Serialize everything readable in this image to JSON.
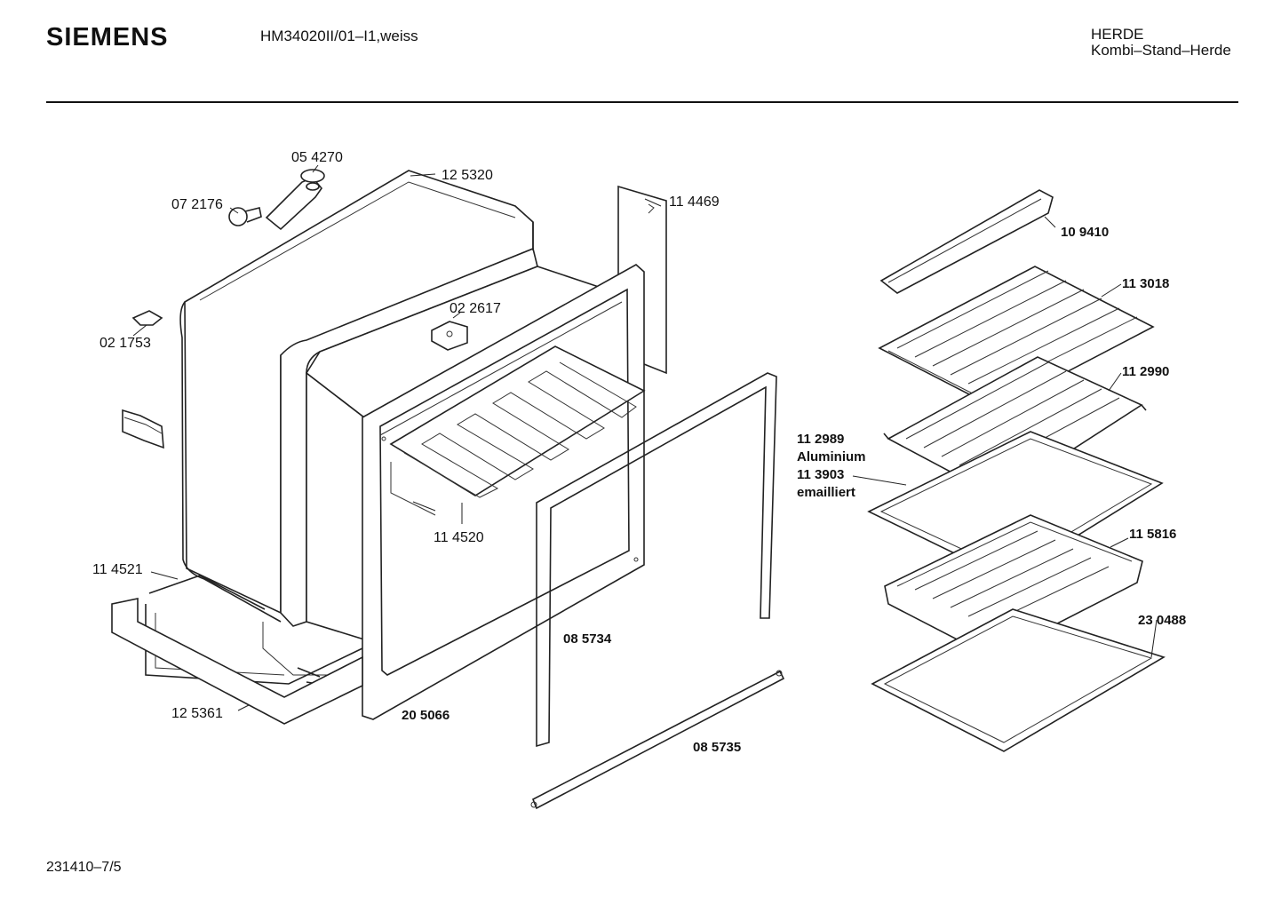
{
  "header": {
    "brand": "SIEMENS",
    "model": "HM34020II/01–I1,weiss",
    "category": "HERDE",
    "subcategory": "Kombi–Stand–Herde"
  },
  "footer": {
    "doc_number": "231410–7/5"
  },
  "parts": {
    "p054270": "05 4270",
    "p125320": "12 5320",
    "p072176": "07 2176",
    "p114469": "11 4469",
    "p109410": "10 9410",
    "p113018": "11 3018",
    "p022617": "02 2617",
    "p021753": "02 1753",
    "p112990": "11 2990",
    "p112989": "11 2989",
    "aluminium": "Aluminium",
    "p113903": "11 3903",
    "emailliert": "emailliert",
    "p114520": "11 4520",
    "p115816": "11 5816",
    "p114521": "11 4521",
    "p230488": "23 0488",
    "p085734": "08 5734",
    "p125361": "12 5361",
    "p205066": "20 5066",
    "p085735": "08 5735"
  }
}
